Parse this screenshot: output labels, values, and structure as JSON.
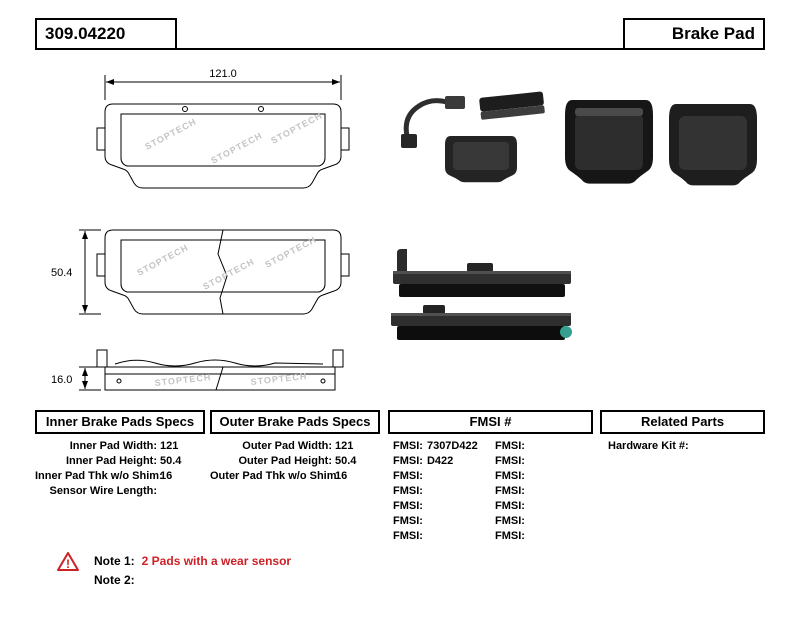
{
  "header": {
    "part_number": "309.04220",
    "product_type": "Brake Pad"
  },
  "drawings": {
    "width_dim": "121.0",
    "height_dim": "50.4",
    "thickness_dim": "16.0",
    "watermark": "STOPTECH"
  },
  "specs": {
    "inner": {
      "title": "Inner Brake Pads Specs",
      "rows": [
        {
          "label": "Inner Pad Width:",
          "value": "121"
        },
        {
          "label": "Inner Pad Height:",
          "value": "50.4"
        },
        {
          "label": "Inner Pad Thk w/o Shim:",
          "value": "16"
        },
        {
          "label": "Sensor Wire Length:",
          "value": ""
        }
      ]
    },
    "outer": {
      "title": "Outer Brake Pads Specs",
      "rows": [
        {
          "label": "Outer Pad Width:",
          "value": "121"
        },
        {
          "label": "Outer Pad Height:",
          "value": "50.4"
        },
        {
          "label": "Outer Pad Thk w/o Shim:",
          "value": "16"
        }
      ]
    },
    "fmsi": {
      "title": "FMSI #",
      "label": "FMSI:",
      "left_values": [
        "7307D422",
        "D422",
        "",
        "",
        "",
        "",
        ""
      ],
      "right_values": [
        "",
        "",
        "",
        "",
        "",
        "",
        ""
      ]
    },
    "related": {
      "title": "Related Parts",
      "rows": [
        {
          "label": "Hardware Kit #:",
          "value": ""
        }
      ]
    }
  },
  "notes": {
    "warning_glyph": "!",
    "note1_label": "Note 1:",
    "note1_text": "2 Pads with a wear sensor",
    "note2_label": "Note 2:",
    "note2_text": ""
  },
  "colors": {
    "accent_red": "#cc2127",
    "sensor_teal": "#35a08f",
    "line_black": "#000000"
  }
}
